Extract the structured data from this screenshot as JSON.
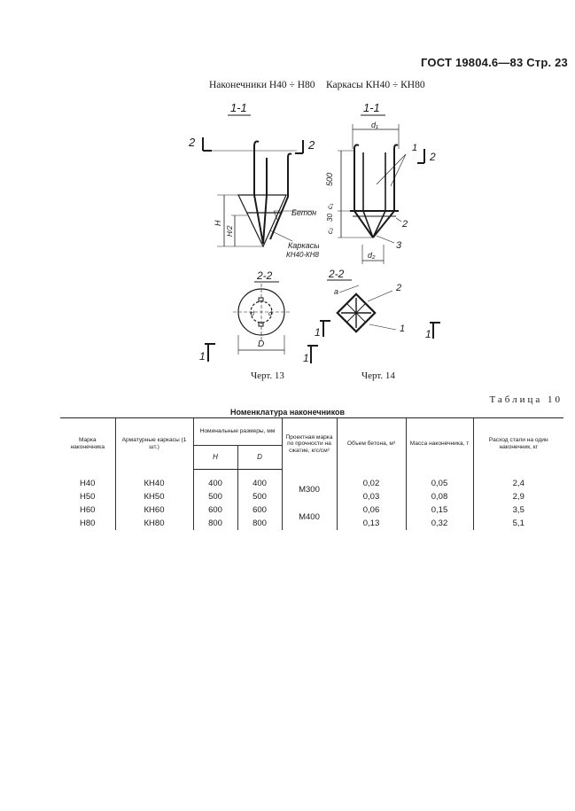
{
  "header": {
    "text": "ГОСТ 19804.6—83 Стр. 23"
  },
  "captions": {
    "left": "Наконечники Н40 ÷ Н80",
    "right": "Каркасы КН40 ÷ КН80",
    "fig13": "Черт. 13",
    "fig14": "Черт. 14"
  },
  "drawing13": {
    "section_top": "1-1",
    "section_mark": "2",
    "label_beton": "Бетон",
    "label_karkasy": "Каркасы",
    "label_kn": "КН40-КН80",
    "dim_h": "H",
    "dim_h2": "H/2",
    "section_bottom": "2-2",
    "bottom_mark": "1",
    "dim_d": "D",
    "small_label": "d"
  },
  "drawing14": {
    "section_top": "1-1",
    "dim_d1": "d₁",
    "dim_d2": "d₂",
    "dim_500": "500",
    "dim_30": "30",
    "dim_c1": "c₁",
    "dim_c2": "c₂",
    "pos1": "1",
    "pos2": "2",
    "pos3": "3",
    "mark2": "2",
    "section_bottom": "2-2",
    "dim_a": "a",
    "mark1": "1"
  },
  "table": {
    "label": "Таблица 10",
    "title": "Номенклатура наконечников",
    "headers": {
      "mark": "Марка наконечника",
      "frame": "Арматурные каркасы (1 шт.)",
      "nominal": "Номинальные размеры, мм",
      "h": "H",
      "d": "D",
      "strength": "Проектная марка по прочности на сжатие, кгс/см²",
      "volume": "Объем бетона, м³",
      "mass": "Масса наконечника, т",
      "steel": "Расход стали на один наконечник, кг"
    },
    "rows": [
      {
        "mark": "Н40",
        "frame": "КН40",
        "h": "400",
        "d": "400",
        "volume": "0,02",
        "mass": "0,05",
        "steel": "2,4"
      },
      {
        "mark": "Н50",
        "frame": "КН50",
        "h": "500",
        "d": "500",
        "volume": "0,03",
        "mass": "0,08",
        "steel": "2,9"
      },
      {
        "mark": "Н60",
        "frame": "КН60",
        "h": "600",
        "d": "600",
        "volume": "0,06",
        "mass": "0,15",
        "steel": "3,5"
      },
      {
        "mark": "Н80",
        "frame": "КН80",
        "h": "800",
        "d": "800",
        "volume": "0,13",
        "mass": "0,32",
        "steel": "5,1"
      }
    ],
    "strength_groups": [
      "М300",
      "М400"
    ]
  }
}
